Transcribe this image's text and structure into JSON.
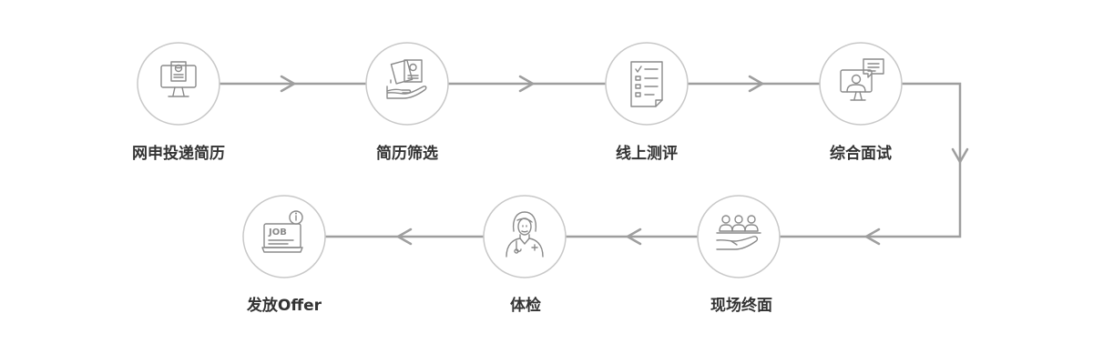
{
  "steps": [
    {
      "label": "网申投递简历",
      "icon": "computer-resume-icon"
    },
    {
      "label": "简历筛选",
      "icon": "hand-resume-icon"
    },
    {
      "label": "线上测评",
      "icon": "checklist-icon"
    },
    {
      "label": "综合面试",
      "icon": "video-interview-icon"
    },
    {
      "label": "现场终面",
      "icon": "panel-interview-icon"
    },
    {
      "label": "体检",
      "icon": "doctor-icon"
    },
    {
      "label": "发放Offer",
      "icon": "job-offer-icon"
    }
  ],
  "icon_text": {
    "job": "JOB"
  },
  "colors": {
    "line": "#9e9e9e",
    "circle_border": "#c8c8c8",
    "icon": "#8a8a8a",
    "label": "#333333"
  }
}
